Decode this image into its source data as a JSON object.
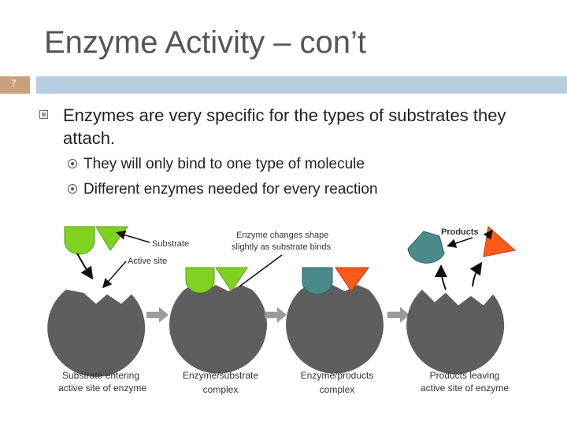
{
  "slide": {
    "title": "Enzyme Activity – con’t",
    "number": "7"
  },
  "bullets": {
    "main": "Enzymes are very specific for the types of substrates they attach.",
    "sub": [
      "They will only bind to one type of molecule",
      "Different enzymes needed for every reaction"
    ]
  },
  "diagram": {
    "labels": {
      "substrate": "Substrate",
      "active_site": "Active site",
      "shape_change_1": "Enzyme changes shape",
      "shape_change_2": "slightly as substrate binds",
      "products": "Products"
    },
    "stages": [
      {
        "line1": "Substrate entering",
        "line2": "active site of enzyme"
      },
      {
        "line1": "Enzyme/substrate",
        "line2": "complex"
      },
      {
        "line1": "Enzyme/products",
        "line2": "complex"
      },
      {
        "line1": "Products leaving",
        "line2": "active site of enzyme"
      }
    ],
    "colors": {
      "enzyme": "#5e5e5e",
      "substrate": "#7ed321",
      "product_teal": "#4a8a8a",
      "product_orange": "#ff5a1a",
      "arrow": "#9b9b9b"
    }
  }
}
